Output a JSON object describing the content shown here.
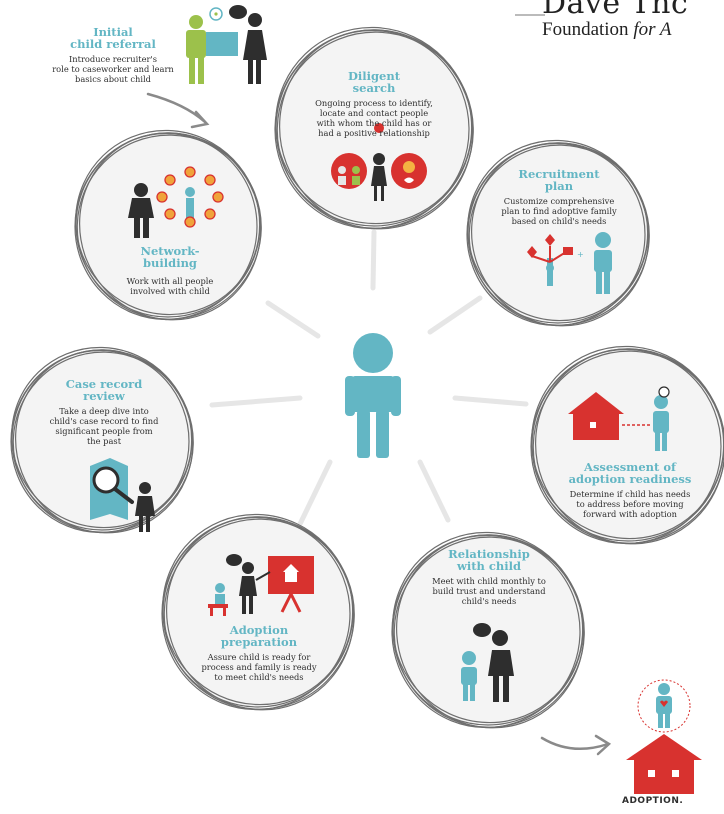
{
  "brand": {
    "line1": "Dave Thc",
    "line2_prefix": "Foundation ",
    "line2_italic": "for A"
  },
  "steps": [
    {
      "id": "referral",
      "title1": "Initial",
      "title2": "child referral",
      "desc": [
        "Introduce recruiter's",
        "role to caseworker and learn",
        "basics about child"
      ]
    },
    {
      "id": "search",
      "title1": "Diligent",
      "title2": "search",
      "desc": [
        "Ongoing process to identify,",
        "locate and contact people",
        "with whom the child has or",
        "had a positive relationship"
      ]
    },
    {
      "id": "recruitment",
      "title1": "Recruitment",
      "title2": "plan",
      "desc": [
        "Customize comprehensive",
        "plan to find adoptive family",
        "based on child's needs"
      ]
    },
    {
      "id": "network",
      "title1": "Network-",
      "title2": "building",
      "desc": [
        "Work with all people",
        "involved with child"
      ]
    },
    {
      "id": "caserecord",
      "title1": "Case record",
      "title2": "review",
      "desc": [
        "Take a deep dive into",
        "child's case record to find",
        "significant people from",
        "the past"
      ]
    },
    {
      "id": "assessment",
      "title1": "Assessment of",
      "title2": "adoption readiness",
      "desc": [
        "Determine if child has needs",
        "to address before moving",
        "forward with adoption"
      ]
    },
    {
      "id": "preparation",
      "title1": "Adoption",
      "title2": "preparation",
      "desc": [
        "Assure child is ready for",
        "process and family is ready",
        "to meet child's needs"
      ]
    },
    {
      "id": "relationship",
      "title1": "Relationship",
      "title2": "with child",
      "desc": [
        "Meet with child monthly to",
        "build trust and understand",
        "child's needs"
      ]
    }
  ],
  "final": {
    "label": "ADOPTION."
  },
  "icons": {
    "center": "child-figure-icon",
    "referral": "recruiter-caseworker-icon",
    "search": "family-faces-icon",
    "recruitment": "plan-tree-icon",
    "network": "people-network-icon",
    "caserecord": "magnifier-document-icon",
    "assessment": "house-readiness-icon",
    "preparation": "classroom-icon",
    "relationship": "adult-child-icon",
    "adoption": "house-heart-icon"
  },
  "colors": {
    "teal": "#63b6c4",
    "red": "#d8322f",
    "dark": "#2e2e2e",
    "ring": "#6e6e6e",
    "spoke": "#e6e6e6"
  }
}
